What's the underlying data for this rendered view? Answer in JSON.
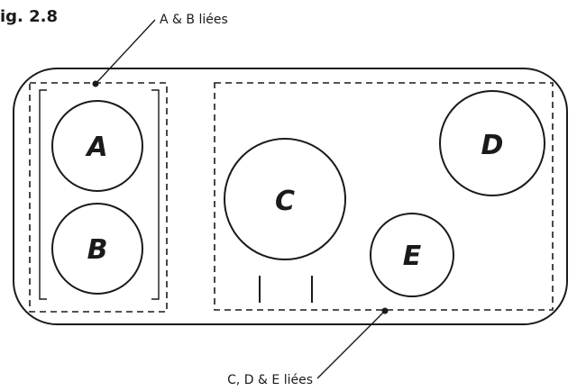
{
  "figure": {
    "label": "ig. 2.8"
  },
  "callouts": {
    "top": "A & B liées",
    "bottom": "C, D & E liées"
  },
  "zones": {
    "a": "A",
    "b": "B",
    "c": "C",
    "d": "D",
    "e": "E"
  }
}
